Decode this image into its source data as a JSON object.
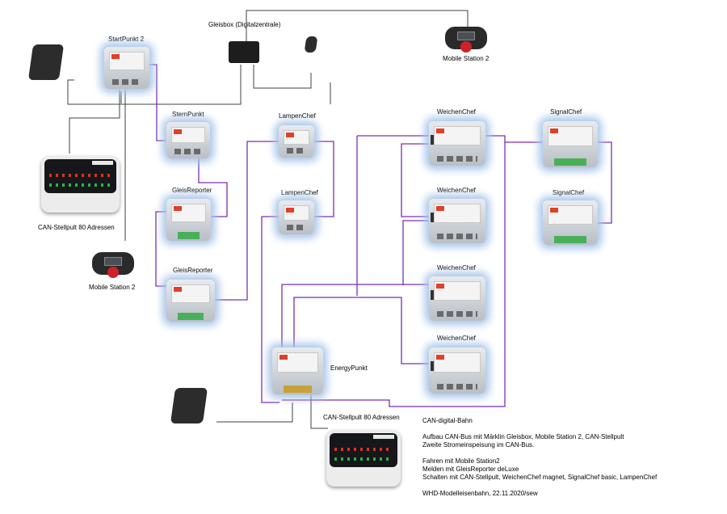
{
  "labels": {
    "startpunkt": "StartPunkt 2",
    "gleisbox": "Gleisbox (Digitalzentrale)",
    "ms2_top": "Mobile Station 2",
    "sternpunkt": "SternPunkt",
    "lampenchef_1": "LampenChef",
    "lampenchef_2": "LampenChef",
    "weichenchef_1": "WeichenChef",
    "weichenchef_2": "WeichenChef",
    "weichenchef_3": "WeichenChef",
    "weichenchef_4": "WeichenChef",
    "signalchef_1": "SignalChef",
    "signalchef_2": "SignalChef",
    "gleisreporter_1": "GleisReporter",
    "gleisreporter_2": "GleisReporter",
    "stellpult_1": "CAN-Stellpult 80 Adressen",
    "stellpult_2": "CAN-Stellpult 80 Adressen",
    "ms2_left": "Mobile Station 2",
    "energypunkt": "EnergyPunkt"
  },
  "description": {
    "title": "CAN-digital-Bahn",
    "line1": "Aufbau CAN-Bus mit Märklin Gleisbox, Mobile Station 2, CAN-Stellpult",
    "line2": "Zweite Stromeinspeisung im CAN-Bus.",
    "line3": "Fahren mit Mobile Station2",
    "line4": "Melden mit GleisReporter deLuxe",
    "line5": "Schalten mit CAN-Stellpult, WeichenChef magnet, SignalChef basic, LampenChef",
    "line6": "WHD-Modelleisenbahn, 22.11.2020/sew"
  },
  "colors": {
    "can_bus": "#7a2fb5",
    "power_wire": "#404040",
    "device_glow": "#a9c6ea"
  },
  "icons": [
    "power-supply-icon",
    "mobile-station-icon",
    "control-panel-icon",
    "circuit-module-icon"
  ]
}
